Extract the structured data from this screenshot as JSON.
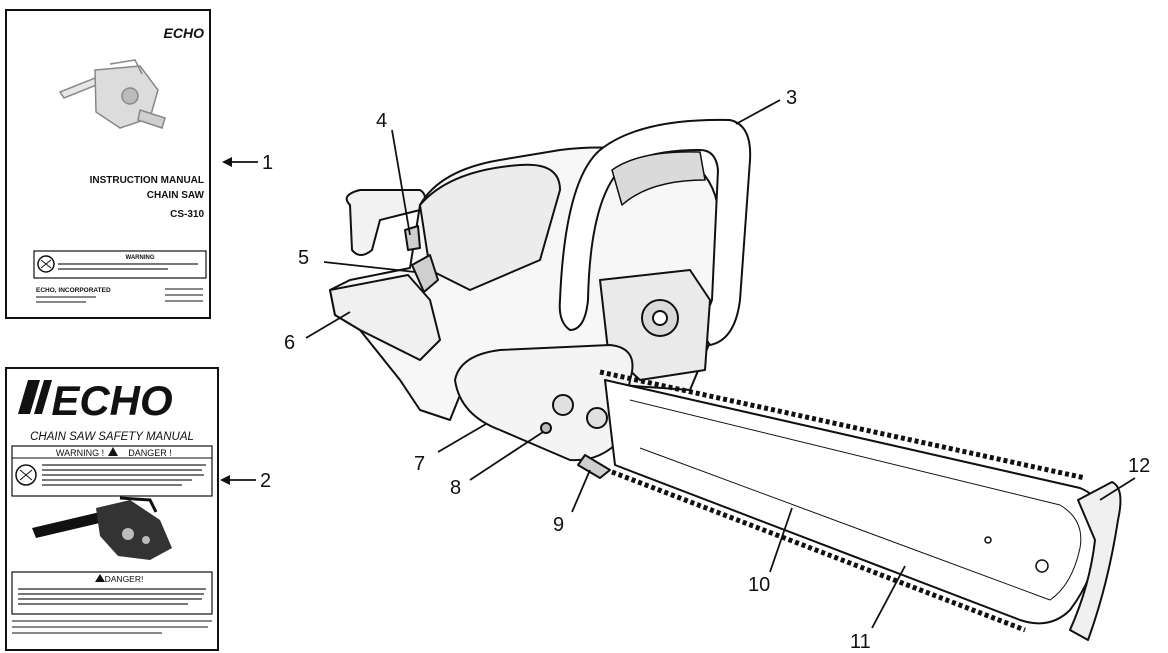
{
  "manual1": {
    "brand": "ECHO",
    "title_line1": "INSTRUCTION MANUAL",
    "title_line2": "CHAIN SAW",
    "model": "CS-310",
    "warning": "WARNING",
    "company": "ECHO, INCORPORATED"
  },
  "manual2": {
    "brand": "ECHO",
    "subtitle": "CHAIN SAW SAFETY MANUAL",
    "warning_header": "WARNING !",
    "danger_header": "DANGER !",
    "danger_box": "DANGER!"
  },
  "callouts": [
    "1",
    "2",
    "3",
    "4",
    "5",
    "6",
    "7",
    "8",
    "9",
    "10",
    "11",
    "12"
  ],
  "colors": {
    "line": "#111111",
    "paper": "#ffffff",
    "gray": "#cfcfcf"
  }
}
